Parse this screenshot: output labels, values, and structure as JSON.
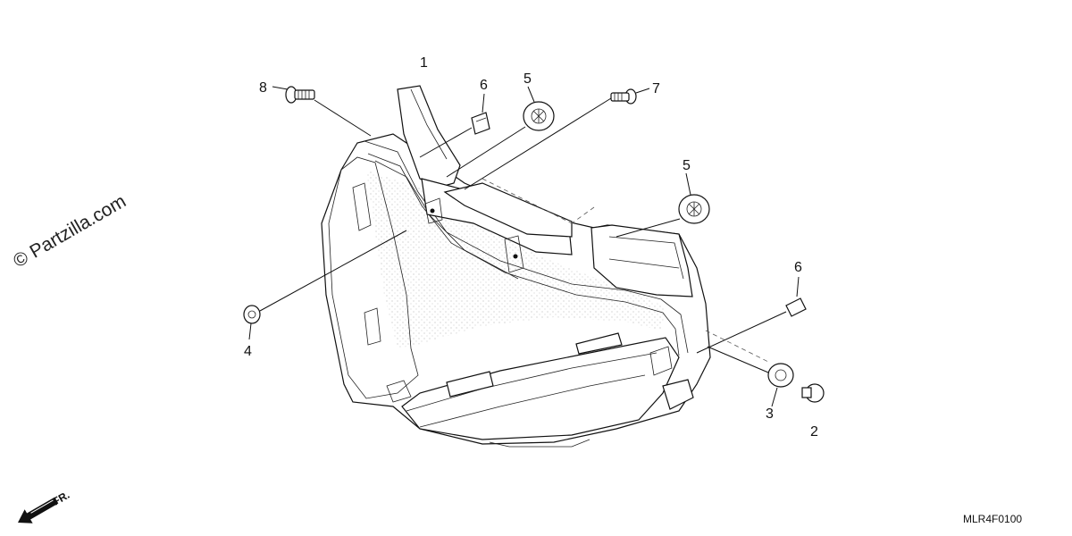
{
  "watermark": "© Partzilla.com",
  "front_indicator": "FR.",
  "diagram_code": "MLR4F0100",
  "callouts": [
    "1",
    "2",
    "3",
    "4",
    "5",
    "5",
    "6",
    "6",
    "7",
    "8"
  ]
}
